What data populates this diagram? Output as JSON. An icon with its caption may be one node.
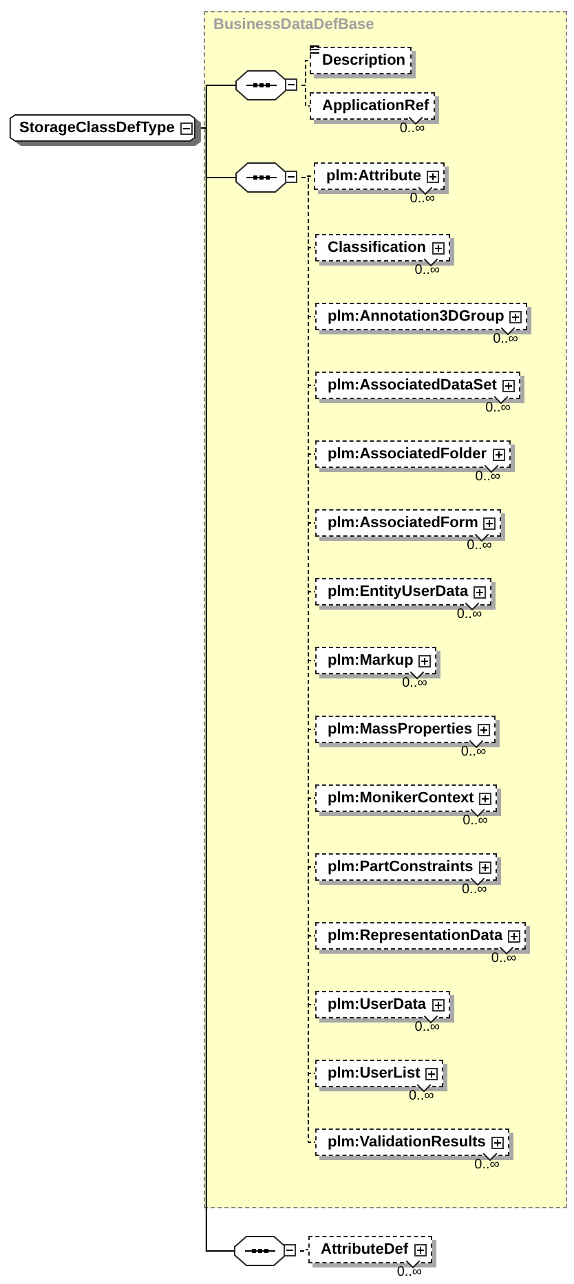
{
  "diagram": {
    "nodes": [
      {
        "text": [
          "StorageClassDefType"
        ]
      },
      {
        "text": [
          "BusinessDataDefBase"
        ]
      },
      {
        "text": [],
        "shape": "octagon",
        "in": 1
      },
      {
        "text": [
          "Description"
        ],
        "in": 1
      },
      {
        "text": [
          "ApplicationRef"
        ],
        "in": 1,
        "beside": [
          "0..∞"
        ]
      },
      {
        "text": [],
        "shape": "octagon",
        "in": 1
      },
      {
        "text": [
          "plm:Attribute"
        ],
        "in": 1,
        "beside": [
          "0..∞"
        ]
      },
      {
        "text": [
          "Classification"
        ],
        "in": 1,
        "beside": [
          "0..∞"
        ]
      },
      {
        "text": [
          "plm:Annotation3DGroup"
        ],
        "in": 1,
        "beside": [
          "0..∞"
        ]
      },
      {
        "text": [
          "plm:AssociatedDataSet"
        ],
        "in": 1,
        "beside": [
          "0..∞"
        ]
      },
      {
        "text": [
          "plm:AssociatedFolder"
        ],
        "in": 1,
        "beside": [
          "0..∞"
        ]
      },
      {
        "text": [
          "plm:AssociatedForm"
        ],
        "in": 1,
        "beside": [
          "0..∞"
        ]
      },
      {
        "text": [
          "plm:EntityUserData"
        ],
        "in": 1,
        "beside": [
          "0..∞"
        ]
      },
      {
        "text": [
          "plm:Markup"
        ],
        "in": 1,
        "beside": [
          "0..∞"
        ]
      },
      {
        "text": [
          "plm:MassProperties"
        ],
        "in": 1,
        "beside": [
          "0..∞"
        ]
      },
      {
        "text": [
          "plm:MonikerContext"
        ],
        "in": 1,
        "beside": [
          "0..∞"
        ]
      },
      {
        "text": [
          "plm:PartConstraints"
        ],
        "in": 1,
        "beside": [
          "0..∞"
        ]
      },
      {
        "text": [
          "plm:RepresentationData"
        ],
        "in": 1,
        "beside": [
          "0..∞"
        ]
      },
      {
        "text": [
          "plm:UserData"
        ],
        "in": 1,
        "beside": [
          "0..∞"
        ]
      },
      {
        "text": [
          "plm:UserList"
        ],
        "in": 1,
        "beside": [
          "0..∞"
        ]
      },
      {
        "text": [
          "plm:ValidationResults"
        ],
        "in": 1,
        "beside": [
          "0..∞"
        ]
      },
      {
        "text": [],
        "shape": "octagon"
      },
      {
        "text": [
          "AttributeDef"
        ],
        "beside": [
          "0..∞"
        ]
      }
    ],
    "edges": [
      {
        "from": 0,
        "to": 2,
        "arrow": "none"
      },
      {
        "from": 0,
        "to": 5,
        "arrow": "none"
      },
      {
        "from": 0,
        "to": 21,
        "arrow": "none"
      },
      {
        "from": 2,
        "to": 3,
        "arrow": "none",
        "style": "dashed"
      },
      {
        "from": 2,
        "to": 4,
        "arrow": "none",
        "style": "dashed"
      },
      {
        "from": 5,
        "to": 6,
        "arrow": "none",
        "style": "dashed"
      },
      {
        "from": 5,
        "to": 7,
        "arrow": "none",
        "style": "dashed"
      },
      {
        "from": 5,
        "to": 8,
        "arrow": "none",
        "style": "dashed"
      },
      {
        "from": 5,
        "to": 9,
        "arrow": "none",
        "style": "dashed"
      },
      {
        "from": 5,
        "to": 10,
        "arrow": "none",
        "style": "dashed"
      },
      {
        "from": 5,
        "to": 11,
        "arrow": "none",
        "style": "dashed"
      },
      {
        "from": 5,
        "to": 12,
        "arrow": "none",
        "style": "dashed"
      },
      {
        "from": 5,
        "to": 13,
        "arrow": "none",
        "style": "dashed"
      },
      {
        "from": 5,
        "to": 14,
        "arrow": "none",
        "style": "dashed"
      },
      {
        "from": 5,
        "to": 15,
        "arrow": "none",
        "style": "dashed"
      },
      {
        "from": 5,
        "to": 16,
        "arrow": "none",
        "style": "dashed"
      },
      {
        "from": 5,
        "to": 17,
        "arrow": "none",
        "style": "dashed"
      },
      {
        "from": 5,
        "to": 18,
        "arrow": "none",
        "style": "dashed"
      },
      {
        "from": 5,
        "to": 19,
        "arrow": "none",
        "style": "dashed"
      },
      {
        "from": 5,
        "to": 20,
        "arrow": "none",
        "style": "dashed"
      },
      {
        "from": 21,
        "to": 22,
        "arrow": "none",
        "style": "dashed"
      }
    ]
  }
}
